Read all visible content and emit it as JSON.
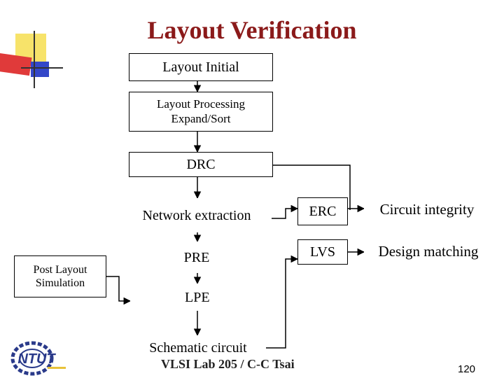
{
  "title": "Layout Verification",
  "nodes": {
    "layout_initial": "Layout Initial",
    "layout_processing_line1": "Layout Processing",
    "layout_processing_line2": "Expand/Sort",
    "drc": "DRC",
    "network_extraction": "Network extraction",
    "pre": "PRE",
    "lpe": "LPE",
    "schematic_circuit": "Schematic circuit",
    "post_layout_line1": "Post Layout",
    "post_layout_line2": "Simulation",
    "erc": "ERC",
    "lvs": "LVS",
    "circuit_integrity": "Circuit integrity",
    "design_matching": "Design matching"
  },
  "footer": "VLSI Lab 205 / C-C Tsai",
  "page_number": "120",
  "logo_text": "NTUT",
  "colors": {
    "title": "#8b1a1a",
    "logo": "#2a3a8a"
  }
}
